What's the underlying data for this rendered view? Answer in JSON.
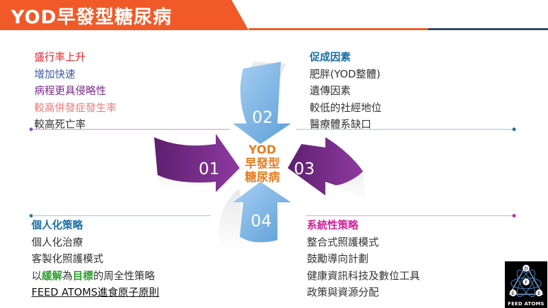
{
  "title": "YOD早發型糖尿病",
  "center": {
    "line1": "YOD",
    "line2": "早發型",
    "line3": "糖尿病"
  },
  "arrows": {
    "a01": "01",
    "a02": "02",
    "a03": "03",
    "a04": "04"
  },
  "top_left": {
    "items": [
      "盛行率上升",
      "增加快速",
      "病程更具侵略性",
      "較高併發症發生率",
      "較高死亡率"
    ]
  },
  "top_right": {
    "heading": "促成因素",
    "items": [
      "肥胖(YOD整體)",
      "遺傳因素",
      "較低的社經地位",
      "醫療體系缺口"
    ]
  },
  "bottom_left": {
    "heading": "個人化策略",
    "items": [
      "個人化治療",
      "客製化照護模式"
    ],
    "line3": {
      "pre": "以",
      "green1": "緩解",
      "mid": "為",
      "green2": "目標",
      "post": "的周全性策略"
    },
    "line4": "FEED ATOMS進食原子原則"
  },
  "bottom_right": {
    "heading": "系統性策略",
    "items": [
      "整合式照護模式",
      "鼓勵導向計劃",
      "健康資訊科技及數位工具",
      "政策與資源分配"
    ]
  },
  "logo": {
    "caption": "FEED ATOMS",
    "letters": [
      "D",
      "E",
      "F",
      "E"
    ]
  },
  "colors": {
    "title_orange": "#f05a28",
    "red": "#e0252b",
    "blue": "#3d5aa8",
    "purple": "#7b2a8e",
    "pink": "#e87a7a",
    "dark": "#333333",
    "teal": "#1a6fa3",
    "green": "#2ca02c",
    "magenta": "#cc2299",
    "arrow_blue": "#7ab4e6",
    "arrow_purple": "#7c2d8c",
    "center_orange": "#e67e22"
  }
}
